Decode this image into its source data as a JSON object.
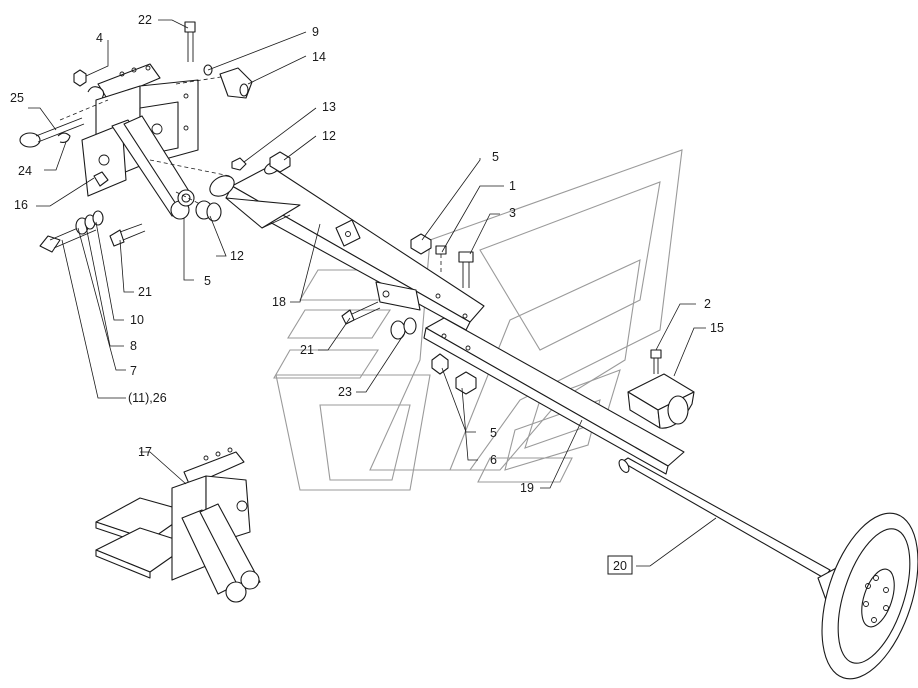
{
  "callouts": {
    "c22": "22",
    "c9": "9",
    "c4": "4",
    "c14": "14",
    "c25": "25",
    "c13": "13",
    "c12a": "12",
    "c24": "24",
    "c5a": "5",
    "c1": "1",
    "c16": "16",
    "c3": "3",
    "c12b": "12",
    "c21a": "21",
    "c5b": "5",
    "c18": "18",
    "c10": "10",
    "c2": "2",
    "c15": "15",
    "c21b": "21",
    "c8": "8",
    "c23": "23",
    "c7": "7",
    "c11_26": "(11),26",
    "c5c": "5",
    "c6": "6",
    "c17": "17",
    "c19": "19",
    "c20": "20"
  }
}
